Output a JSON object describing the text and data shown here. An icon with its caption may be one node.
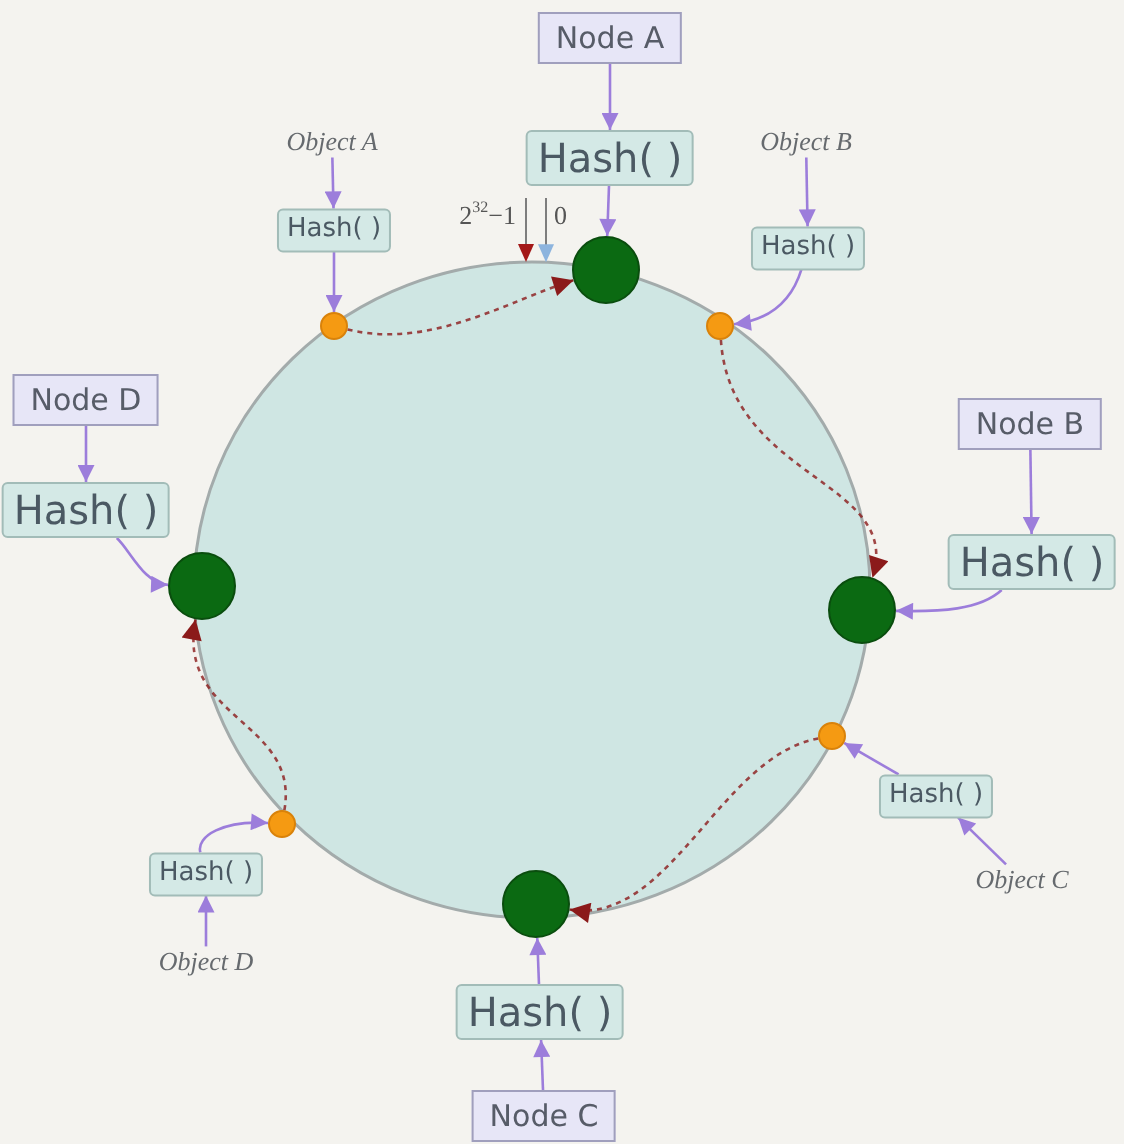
{
  "diagram": {
    "nodes": [
      {
        "text": [
          "Node A"
        ]
      },
      {
        "text": [
          "Hash( )"
        ]
      },
      {
        "text": [
          "Object A"
        ]
      },
      {
        "text": [
          "Object B"
        ]
      },
      {
        "text": [
          "Hash( )"
        ]
      },
      {
        "text": [
          "Hash( )"
        ]
      },
      {
        "text": [],
        "shape": "circle"
      },
      {
        "text": [],
        "shape": "circle"
      },
      {
        "text": [],
        "shape": "circle"
      },
      {
        "text": [
          "Node D"
        ]
      },
      {
        "text": [
          "Node B"
        ]
      },
      {
        "text": [
          "Hash( )"
        ]
      },
      {
        "text": [
          "Hash( )"
        ]
      },
      {
        "text": [],
        "shape": "circle"
      },
      {
        "text": [],
        "shape": "circle"
      },
      {
        "text": [],
        "shape": "circle"
      },
      {
        "text": [
          "Hash( )"
        ]
      },
      {
        "text": [],
        "shape": "circle"
      },
      {
        "text": [
          "Hash( )"
        ]
      },
      {
        "text": [
          "Object C"
        ]
      },
      {
        "text": [],
        "shape": "circle"
      },
      {
        "text": [
          "Object D"
        ]
      },
      {
        "text": [
          "Hash( )"
        ]
      },
      {
        "text": [
          "Node C"
        ]
      }
    ],
    "edges": [
      {
        "from": 0,
        "to": 1,
        "arrow": "to"
      },
      {
        "from": 1,
        "to": 6,
        "arrow": "to"
      },
      {
        "from": 2,
        "to": 4,
        "arrow": "to"
      },
      {
        "from": 4,
        "to": 7,
        "arrow": "to"
      },
      {
        "from": 7,
        "to": 6,
        "arrow": "to",
        "style": "dashed",
        "color": "#8b1a1a"
      },
      {
        "from": 3,
        "to": 5,
        "arrow": "to"
      },
      {
        "from": 5,
        "to": 8,
        "arrow": "to"
      },
      {
        "from": 8,
        "to": 14,
        "arrow": "to",
        "style": "dashed",
        "color": "#8b1a1a"
      },
      {
        "from": 10,
        "to": 12,
        "arrow": "to"
      },
      {
        "from": 12,
        "to": 14,
        "arrow": "to"
      },
      {
        "from": 19,
        "to": 16,
        "arrow": "to"
      },
      {
        "from": 16,
        "to": 15,
        "arrow": "to"
      },
      {
        "from": 15,
        "to": 20,
        "arrow": "to",
        "style": "dashed",
        "color": "#8b1a1a"
      },
      {
        "from": 23,
        "to": 22,
        "arrow": "to"
      },
      {
        "from": 22,
        "to": 20,
        "arrow": "to"
      },
      {
        "from": 21,
        "to": 18,
        "arrow": "to"
      },
      {
        "from": 18,
        "to": 17,
        "arrow": "to"
      },
      {
        "from": 17,
        "to": 13,
        "arrow": "to",
        "style": "dashed",
        "color": "#8b1a1a"
      },
      {
        "from": 9,
        "to": 11,
        "arrow": "to"
      },
      {
        "from": 11,
        "to": 13,
        "arrow": "to"
      }
    ],
    "labels": [
      "2$^{32}$−1",
      "0"
    ]
  }
}
